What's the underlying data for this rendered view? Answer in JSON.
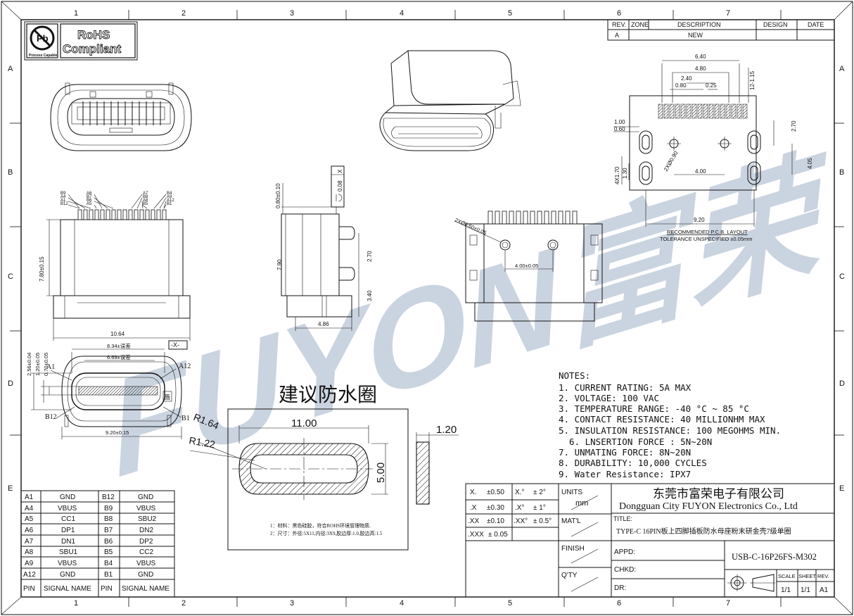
{
  "zone_columns": [
    "1",
    "2",
    "3",
    "4",
    "5",
    "6",
    "7"
  ],
  "zone_rows": [
    "A",
    "B",
    "C",
    "D",
    "E"
  ],
  "rohs": {
    "badge_text": "Process Capable",
    "label_line1": "RoHS",
    "label_line2": "Compliant"
  },
  "watermark": "FUYON富荣",
  "revision_table": {
    "headers": [
      "REV.",
      "ZONE",
      "DESCRIPTION",
      "DESIGN",
      "DATE"
    ],
    "row": [
      "A",
      "",
      "NEW",
      "",
      ""
    ]
  },
  "pcb_layout": {
    "dims": [
      "6.40",
      "4.80",
      "2.40",
      "0.80",
      "0.25",
      "12-1.15",
      "1.00",
      "0.60",
      "2.70",
      "2XØ0.90",
      "4X1.70",
      "1.30",
      "4.00",
      "4.05",
      "9.20"
    ],
    "caption": "RECOMMENDED  P.C.B. LAYOUT",
    "tolerance": "TOLERANCE  UNSPECIFIED  ±0.05mm"
  },
  "front_view": {
    "pin_labels_left": [
      "B9",
      "A4",
      "A1",
      "B12"
    ],
    "pin_labels_left2": [
      "A6",
      "B7",
      "B6",
      "A5"
    ],
    "pin_labels_right": [
      "A7",
      "B8",
      "A8",
      "B5"
    ],
    "pin_labels_right2": [
      "B4",
      "A9",
      "A12",
      "B1"
    ],
    "height": "7.80±0.15",
    "width": "10.64"
  },
  "side_view": {
    "dims": [
      "0.08",
      "X",
      "0.80±0.10",
      "7.90",
      "2.70",
      "3.40",
      "4.86"
    ]
  },
  "bottom_view": {
    "dims": [
      "2XØ0.60±0.05",
      "4.00±0.05"
    ]
  },
  "top_view": {
    "dims": [
      "8.34±误差",
      "6.69±误差",
      "-X-",
      "2.56±0.04",
      "1.20±0.05",
      "0.70±0.05",
      "9.20±0.15"
    ],
    "labels": [
      "A1",
      "A12",
      "B12",
      "B1"
    ]
  },
  "seal": {
    "title": "建议防水圈",
    "length": "11.00",
    "height": "5.00",
    "thickness": "1.20",
    "r_outer": "R1.64",
    "r_inner": "R1.22",
    "note1": "1：材料：黑色硅胶，符合ROHS环境管理物质.",
    "note2": "2：尺寸：外径:5X11,内径:3X9,胶边厚:1.0,胶边高:1.5"
  },
  "notes": {
    "title": "NOTES:",
    "items": [
      "1. CURRENT RATING: 5A MAX",
      "2. VOLTAGE: 100 VAC",
      "3. TEMPERATURE RANGE: -40 °C ~ 85 °C",
      "4. CONTACT RESISTANCE: 40 MILLIONHM MAX",
      "5. INSULATION RESISTANCE: 100 MEGOHMS MIN.",
      "  6. LNSERTION FORCE : 5N~20N",
      "7. UNMATING FORCE: 8N~20N",
      "8. DURABILITY:  10,000 CYCLES",
      "9. Water Resistance: IPX7"
    ]
  },
  "pin_table": {
    "rows": [
      [
        "A1",
        "GND",
        "B12",
        "GND"
      ],
      [
        "A4",
        "VBUS",
        "B9",
        "VBUS"
      ],
      [
        "A5",
        "CC1",
        "B8",
        "SBU2"
      ],
      [
        "A6",
        "DP1",
        "B7",
        "DN2"
      ],
      [
        "A7",
        "DN1",
        "B6",
        "DP2"
      ],
      [
        "A8",
        "SBU1",
        "B5",
        "CC2"
      ],
      [
        "A9",
        "VBUS",
        "B4",
        "VBUS"
      ],
      [
        "A12",
        "GND",
        "B1",
        "GND"
      ]
    ],
    "header": [
      "PIN",
      "SIGNAL NAME",
      "PIN",
      "SIGNAL NAME"
    ]
  },
  "tolerances": [
    [
      "X.",
      "±0.50",
      "X.°",
      "± 2°"
    ],
    [
      ".X",
      "±0.30",
      ".X°",
      "± 1°"
    ],
    [
      ".XX",
      "±0.10",
      ".XX°",
      "± 0.5°"
    ],
    [
      ".XXX",
      "± 0.05",
      "",
      ""
    ]
  ],
  "title_block": {
    "units_label": "UNITS",
    "units_value": "mm",
    "matl_label": "MAT'L",
    "finish_label": "FINISH",
    "qty_label": "Q'TY",
    "company_cn": "东莞市富荣电子有限公司",
    "company_en": "Dongguan City FUYON Electronics Co., Ltd",
    "title_label": "TITLE:",
    "title_value": "TYPE-C 16PIN板上四脚插板防水母座粉末研金壳7级单圈",
    "appd_label": "APPD:",
    "chkd_label": "CHKD:",
    "dr_label": "DR:",
    "part_number": "USB-C-16P26FS-M302",
    "scale_label": "SCALE",
    "sheet_label": "SHEET",
    "rev_label": "REV.",
    "scale": "1/1",
    "sheet": "1/1",
    "rev": "A1"
  }
}
